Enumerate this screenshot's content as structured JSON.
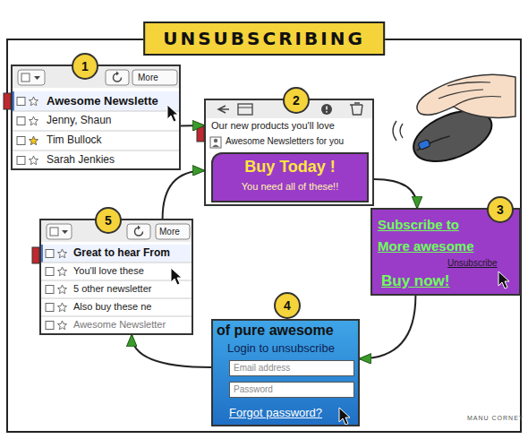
{
  "diagram": {
    "title": "UNSUBSCRIBING",
    "nodes": [
      {
        "text": [
          "More",
          "Awesome Newslette",
          "Jenny, Shaun",
          "Tim Bullock",
          "Sarah Jenkies"
        ]
      },
      {
        "text": [
          "1"
        ],
        "in": 0
      },
      {
        "text": [
          "Our new products you'll love",
          "Awesome Newsletters for you"
        ]
      },
      {
        "text": [
          "2"
        ],
        "in": 2
      },
      {
        "text": [
          "Buy Today !",
          "You need all of these!!"
        ],
        "in": 2
      },
      {
        "text": [
          "Subscribe to",
          "More awesome",
          "Unsubscribe",
          "Buy now!"
        ]
      },
      {
        "text": [
          "3"
        ],
        "in": 5
      },
      {
        "text": [
          "of pure awesome",
          "Login to unsubscribe",
          "Forgot password?"
        ]
      },
      {
        "text": [
          "4"
        ],
        "in": 7
      },
      {
        "text": [
          "Email address"
        ],
        "in": 7
      },
      {
        "text": [
          "Password"
        ],
        "in": 7
      },
      {
        "text": [
          "More",
          "Great to hear From",
          "You'll love these",
          "5 other newsletter",
          "Also buy these ne",
          "Awesome Newsletter"
        ]
      },
      {
        "text": [
          "5"
        ],
        "in": 11
      }
    ],
    "edges": [
      {
        "from": 0,
        "to": 2,
        "arrow": "to"
      },
      {
        "from": 2,
        "to": 5,
        "arrow": "to"
      },
      {
        "from": 5,
        "to": 7,
        "arrow": "to"
      },
      {
        "from": 7,
        "to": 11,
        "arrow": "to"
      },
      {
        "from": 11,
        "to": 2,
        "arrow": "to"
      }
    ],
    "labels": [
      "MANU CORNET"
    ]
  }
}
